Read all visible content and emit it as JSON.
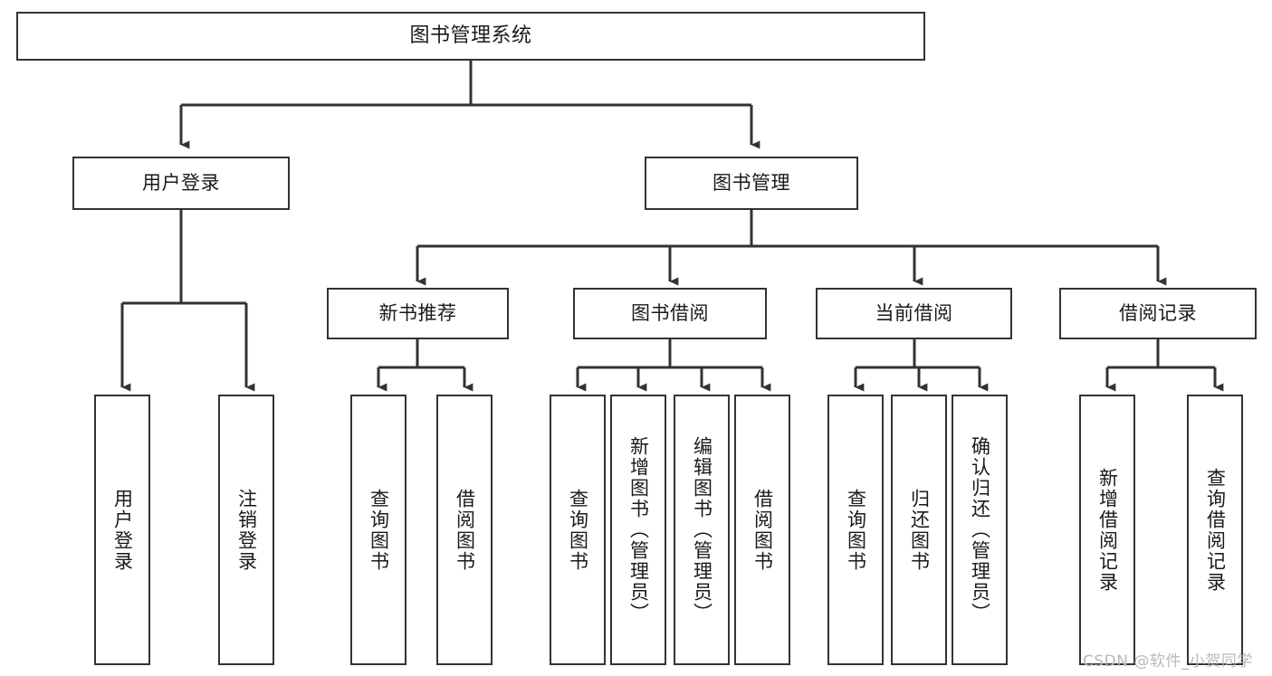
{
  "diagram": {
    "type": "tree-hierarchy-diagram",
    "title": "图书管理系统",
    "watermark": "CSDN @软件_小贺同学",
    "colors": {
      "box_border": "#333333",
      "box_fill": "#ffffff",
      "connector": "#333333",
      "text": "#1a1a1a",
      "watermark": "#b9b9b9",
      "background": "#ffffff"
    },
    "nodes": {
      "root": {
        "label": "图书管理系统",
        "level": 1,
        "orientation": "horizontal"
      },
      "user_login": {
        "label": "用户登录",
        "level": 2,
        "orientation": "horizontal"
      },
      "book_manage": {
        "label": "图书管理",
        "level": 2,
        "orientation": "horizontal"
      },
      "new_book_rec": {
        "label": "新书推荐",
        "level": 3,
        "orientation": "horizontal"
      },
      "book_borrow": {
        "label": "图书借阅",
        "level": 3,
        "orientation": "horizontal"
      },
      "current_borrow": {
        "label": "当前借阅",
        "level": 3,
        "orientation": "horizontal"
      },
      "borrow_record": {
        "label": "借阅记录",
        "level": 3,
        "orientation": "horizontal"
      },
      "leaf_1": {
        "label": "用户登录",
        "level": 3,
        "orientation": "vertical",
        "parent": "用户登录"
      },
      "leaf_2": {
        "label": "注销登录",
        "level": 3,
        "orientation": "vertical",
        "parent": "用户登录"
      },
      "leaf_3": {
        "label": "查询图书",
        "level": 4,
        "orientation": "vertical",
        "parent": "新书推荐"
      },
      "leaf_4": {
        "label": "借阅图书",
        "level": 4,
        "orientation": "vertical",
        "parent": "新书推荐"
      },
      "leaf_5": {
        "label": "查询图书",
        "level": 4,
        "orientation": "vertical",
        "parent": "图书借阅"
      },
      "leaf_6": {
        "label": "新增图书（管理员）",
        "level": 4,
        "orientation": "vertical",
        "parent": "图书借阅"
      },
      "leaf_7": {
        "label": "编辑图书（管理员）",
        "level": 4,
        "orientation": "vertical",
        "parent": "图书借阅"
      },
      "leaf_8": {
        "label": "借阅图书",
        "level": 4,
        "orientation": "vertical",
        "parent": "图书借阅"
      },
      "leaf_9": {
        "label": "查询图书",
        "level": 4,
        "orientation": "vertical",
        "parent": "当前借阅"
      },
      "leaf_10": {
        "label": "归还图书",
        "level": 4,
        "orientation": "vertical",
        "parent": "当前借阅"
      },
      "leaf_11": {
        "label": "确认归还（管理员）",
        "level": 4,
        "orientation": "vertical",
        "parent": "当前借阅"
      },
      "leaf_12": {
        "label": "新增借阅记录",
        "level": 4,
        "orientation": "vertical",
        "parent": "借阅记录"
      },
      "leaf_13": {
        "label": "查询借阅记录",
        "level": 4,
        "orientation": "vertical",
        "parent": "借阅记录"
      }
    }
  }
}
